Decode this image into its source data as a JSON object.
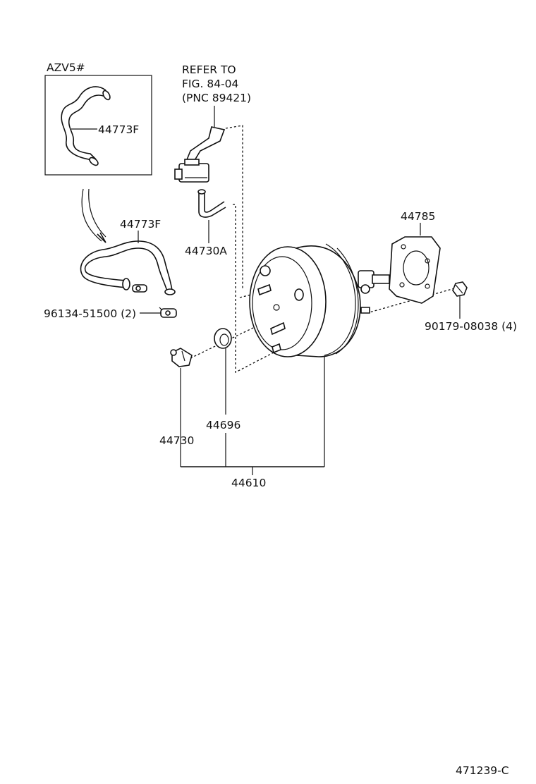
{
  "inset": {
    "variant_label": "AZV5#",
    "part_label": "44773F"
  },
  "refer_note": {
    "line1": "REFER TO",
    "line2": "FIG. 84-04",
    "line3": "(PNC 89421)"
  },
  "parts": {
    "hose": "44773F",
    "clamp": "96134-51500 (2)",
    "hose_a": "44730A",
    "gasket": "44785",
    "nut": "90179-08038 (4)",
    "check_valve": "44730",
    "grommet": "44696",
    "booster_assy": "44610"
  },
  "figure_id": "471239-C"
}
